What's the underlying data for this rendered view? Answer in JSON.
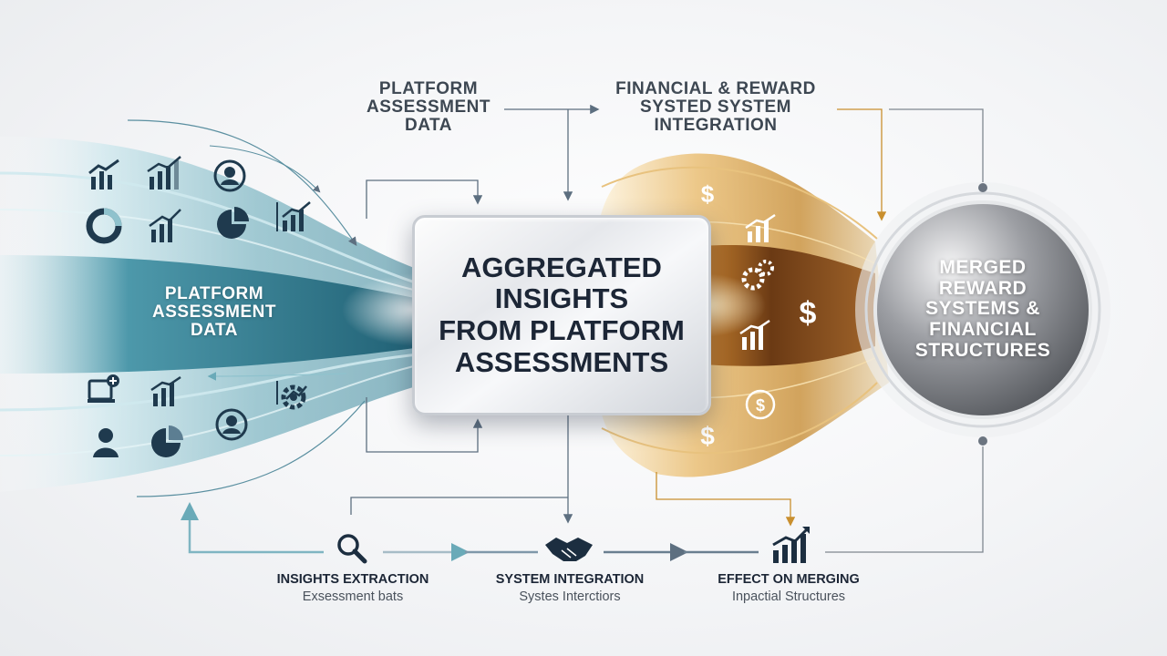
{
  "colors": {
    "teal": "#2e7f94",
    "teal_light": "#a9dbe4",
    "gold": "#c98f2e",
    "brown": "#5c3314",
    "navy": "#1c2e40",
    "gray_line": "#7f8790"
  },
  "top_left_label": [
    "Platform",
    "Assessment",
    "Data"
  ],
  "top_right_label": [
    "Financial & Reward",
    "Systed System",
    "Integration"
  ],
  "left_label": [
    "Platform",
    "Assessment",
    "Data"
  ],
  "center_box": [
    "Aggregated",
    "Insights",
    "From Platform",
    "Assessments"
  ],
  "circle_label": [
    "Merged",
    "Reward",
    "Systems &",
    "Financial",
    "Structures"
  ],
  "left_icons": [
    "line-chart-icon",
    "bar-chart-icon",
    "user-circle-icon",
    "donut-chart-icon",
    "bar-chart-icon",
    "pie-chart-icon",
    "bar-chart-icon",
    "screen-plus-icon",
    "bar-chart-icon",
    "gear-chart-icon",
    "user-icon",
    "pie-chart-icon",
    "user-circle-icon"
  ],
  "right_icons": [
    "dollar-icon",
    "bar-chart-icon",
    "gears-icon",
    "dollar-icon",
    "bar-chart-icon",
    "dollar-coin-icon",
    "dollar-icon"
  ],
  "steps": [
    {
      "icon": "magnifier-icon",
      "title": "Insights Extraction",
      "subtitle": "Exsessment bats"
    },
    {
      "icon": "handshake-icon",
      "title": "System Integration",
      "subtitle": "Systes Interctiors"
    },
    {
      "icon": "growth-chart-icon",
      "title": "Effect on Merging",
      "subtitle": "Inpactial Structures"
    }
  ]
}
